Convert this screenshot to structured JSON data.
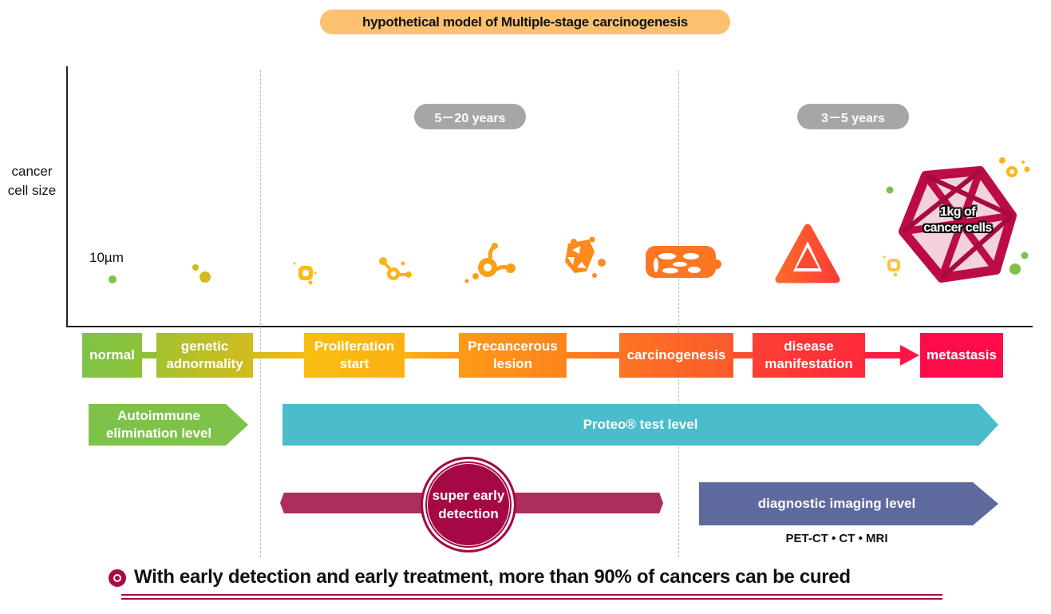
{
  "title": "hypothetical model of Multiple-stage carcinogenesis",
  "y_axis_label_line1": "cancer",
  "y_axis_label_line2": "cell size",
  "scale_label": "10µm",
  "periods": [
    {
      "label": "5－20 years",
      "color": "#a6a6a6"
    },
    {
      "label": "3－5 years",
      "color": "#a6a6a6"
    }
  ],
  "big_tumor_label_line1": "1kg of",
  "big_tumor_label_line2": "cancer cells",
  "stages": [
    {
      "line1": "normal",
      "line2": "",
      "color": "#7fc24a"
    },
    {
      "line1": "genetic",
      "line2": "adnormality",
      "color": "#b5c128"
    },
    {
      "line1": "Proliferation",
      "line2": "start",
      "color": "#fbb812"
    },
    {
      "line1": "Precancerous",
      "line2": "lesion",
      "color": "#fd8b1b"
    },
    {
      "line1": "carcinogenesis",
      "line2": "",
      "color": "#fb6528"
    },
    {
      "line1": "disease",
      "line2": "manifestation",
      "color": "#fc3b36"
    },
    {
      "line1": "metastasis",
      "line2": "",
      "color": "#fc0c4a"
    }
  ],
  "levels": {
    "autoimmune_line1": "Autoimmune",
    "autoimmune_line2": "elimination level",
    "proteo": "Proteo® test level",
    "early_line1": "super early",
    "early_line2": "detection",
    "imaging": "diagnostic imaging level",
    "imaging_modalities": "PET-CT • CT • MRI"
  },
  "footer": "With early detection and early treatment, more than 90% of cancers can be cured",
  "colors": {
    "title_bg": "#fcc170",
    "autoimmune": "#7fc24a",
    "proteo": "#4bbccb",
    "early": "#a60745",
    "imaging": "#5e6a9e",
    "tumor": "#bc0c44"
  }
}
